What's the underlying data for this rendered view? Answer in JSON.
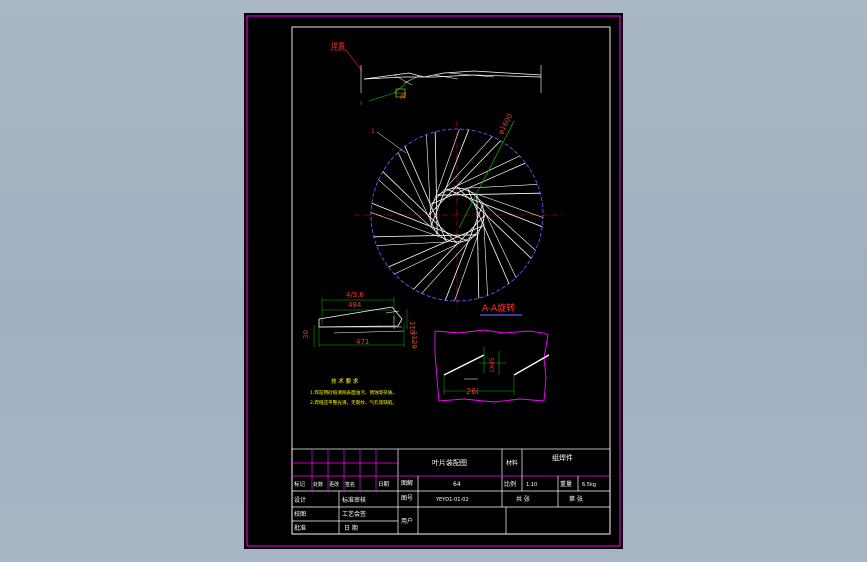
{
  "colors": {
    "background": "#a7b5c4",
    "sheet": "#000000",
    "frame_magenta": "#ff00ff",
    "line_white": "#ffffff",
    "dim_green": "#00c000",
    "center_red": "#ff0000",
    "circle_blue": "#5a5aff",
    "note_yellow": "#ffff00",
    "text_red": "#ff3030"
  },
  "top_view": {
    "label_top": "焊置",
    "label_bottom": "焊"
  },
  "circle_view": {
    "diameter_label": "φ1600",
    "leader_label": "1",
    "section_label": "A-A旋转"
  },
  "left_detail": {
    "dims": [
      "4/3.6",
      "484",
      "471",
      "110",
      "1129",
      "30"
    ]
  },
  "right_detail": {
    "dims": [
      "26i",
      "1X45"
    ]
  },
  "notes": {
    "title": "技 术 要 求",
    "line1": "1.焊前用砂纸清除表面油污、锈蚀等杂质。",
    "line2": "2.焊缝应平整光滑，无裂纹、气孔等缺陷。"
  },
  "title_block": {
    "part_name": "叶片装配图",
    "category": "组焊件",
    "material_label": "材料",
    "scale_label": "比例",
    "scale_value": "1:10",
    "weight_label": "重量",
    "weight_value": "6.5kg",
    "sheet_total": "共 张",
    "sheet_no": "第 张",
    "qty": "64",
    "drawing_no_label": "图号",
    "drawing_no": "YEYD1-01-02",
    "drawing_label": "图解",
    "left_row1": [
      "标记",
      "处数",
      "更改",
      "签名",
      "日期"
    ],
    "designer": "设计",
    "standard": "标准审核",
    "checker": "校图",
    "process": "工艺会签",
    "approve": "批准",
    "date": "日  期",
    "user": "用户"
  }
}
